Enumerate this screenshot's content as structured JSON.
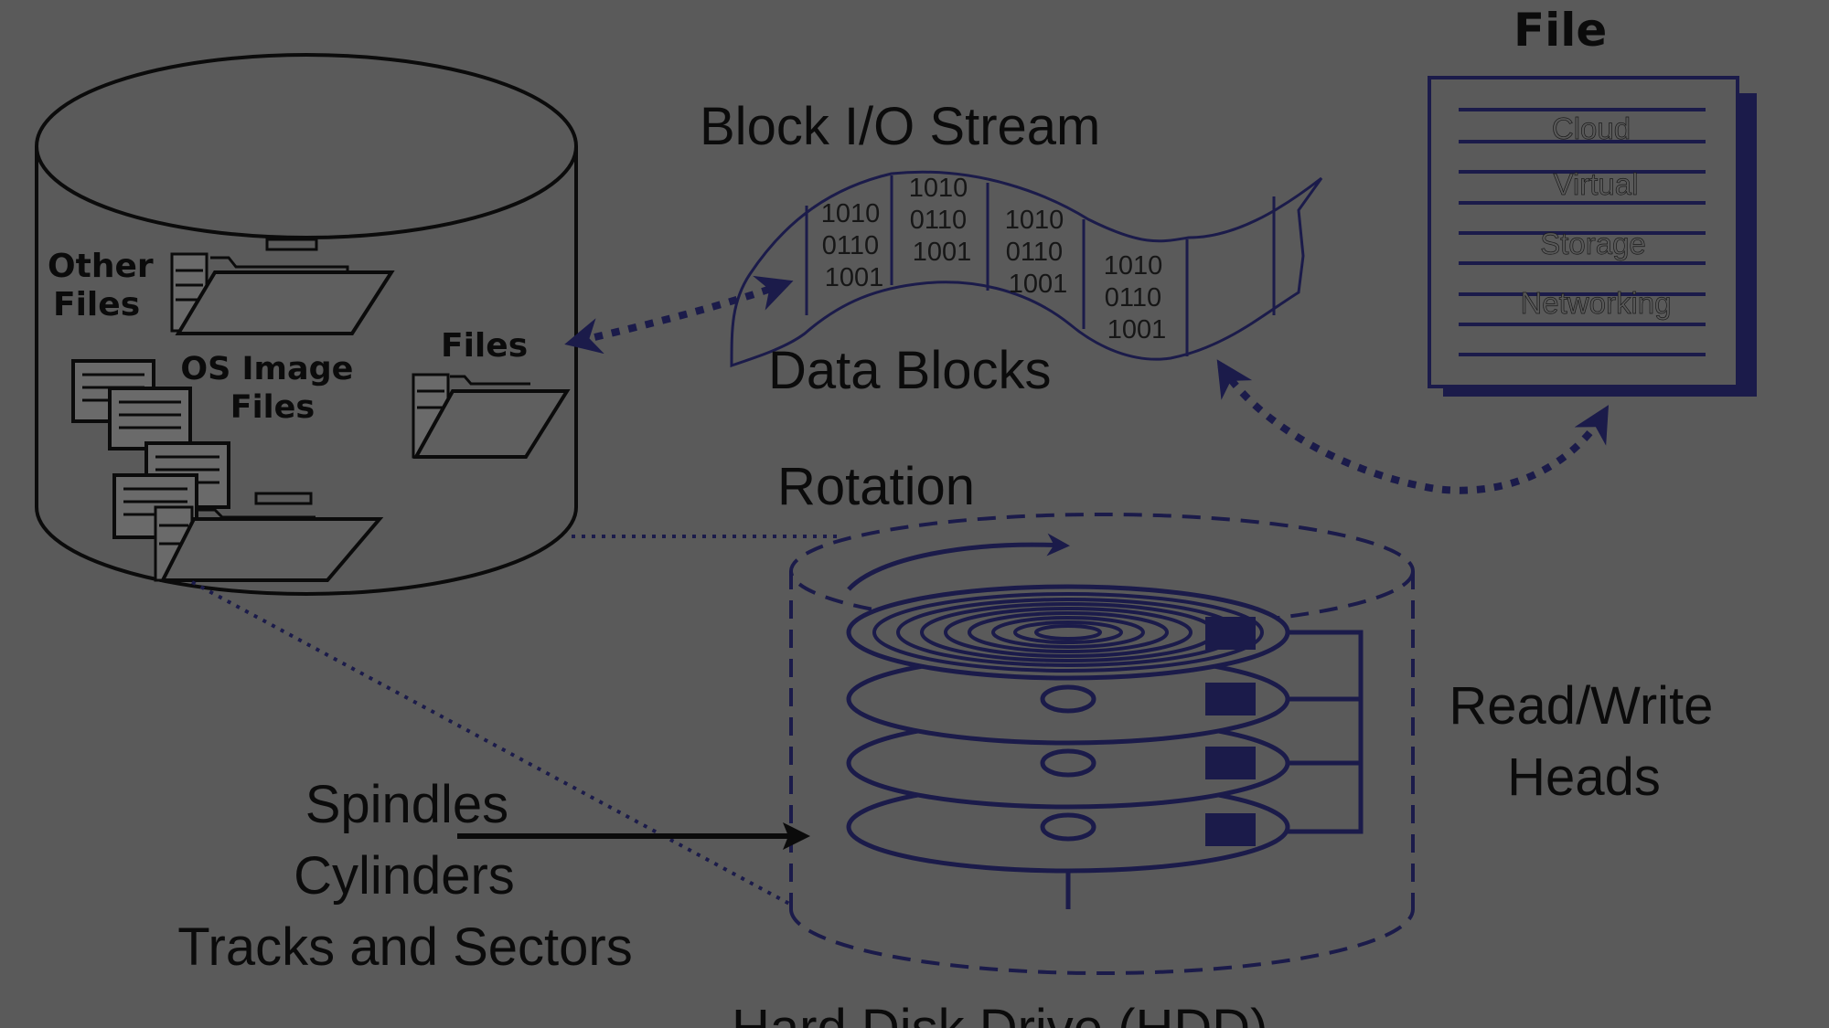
{
  "storage_labels": {
    "other_files": [
      "Other",
      "Files"
    ],
    "os_image_files": [
      "OS Image",
      "Files"
    ],
    "files": "Files"
  },
  "stream": {
    "title": "Block I/O Stream",
    "blocks_label": "Data Blocks",
    "bits": [
      "1010",
      "0110",
      "1001"
    ]
  },
  "file_doc": {
    "title": "File",
    "lines": [
      "Cloud",
      "Virtual",
      "Storage",
      "Networking"
    ]
  },
  "hdd": {
    "rotation_label": "Rotation",
    "heads_label": [
      "Read/Write",
      "Heads"
    ],
    "parts_label": [
      "Spindles",
      "Cylinders",
      "Tracks and Sectors"
    ],
    "caption": "Hard Disk Drive (HDD)"
  },
  "colors": {
    "background": "#5a5a5a",
    "ink": "#0b0b0b",
    "accent": "#1b1b4a",
    "doc_text": "#585858"
  }
}
